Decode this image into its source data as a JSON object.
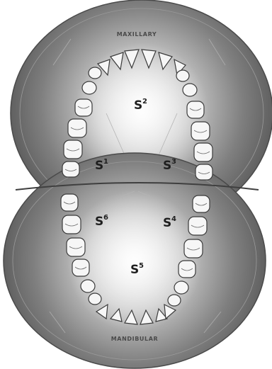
{
  "arches": {
    "upper": "MAXILLARY",
    "lower": "MANDIBULAR"
  },
  "sextants": {
    "s1": {
      "letter": "S",
      "number": "1"
    },
    "s2": {
      "letter": "S",
      "number": "2"
    },
    "s3": {
      "letter": "S",
      "number": "3"
    },
    "s4": {
      "letter": "S",
      "number": "4"
    },
    "s5": {
      "letter": "S",
      "number": "5"
    },
    "s6": {
      "letter": "S",
      "number": "6"
    }
  },
  "colors": {
    "background": "#ffffff",
    "disc_dark": "#5e5e5e",
    "disc_mid": "#8a8a8a",
    "disc_light": "#f2f2f2",
    "tooth_fill": "#f6f6f6",
    "text": "#1e1e1e"
  }
}
